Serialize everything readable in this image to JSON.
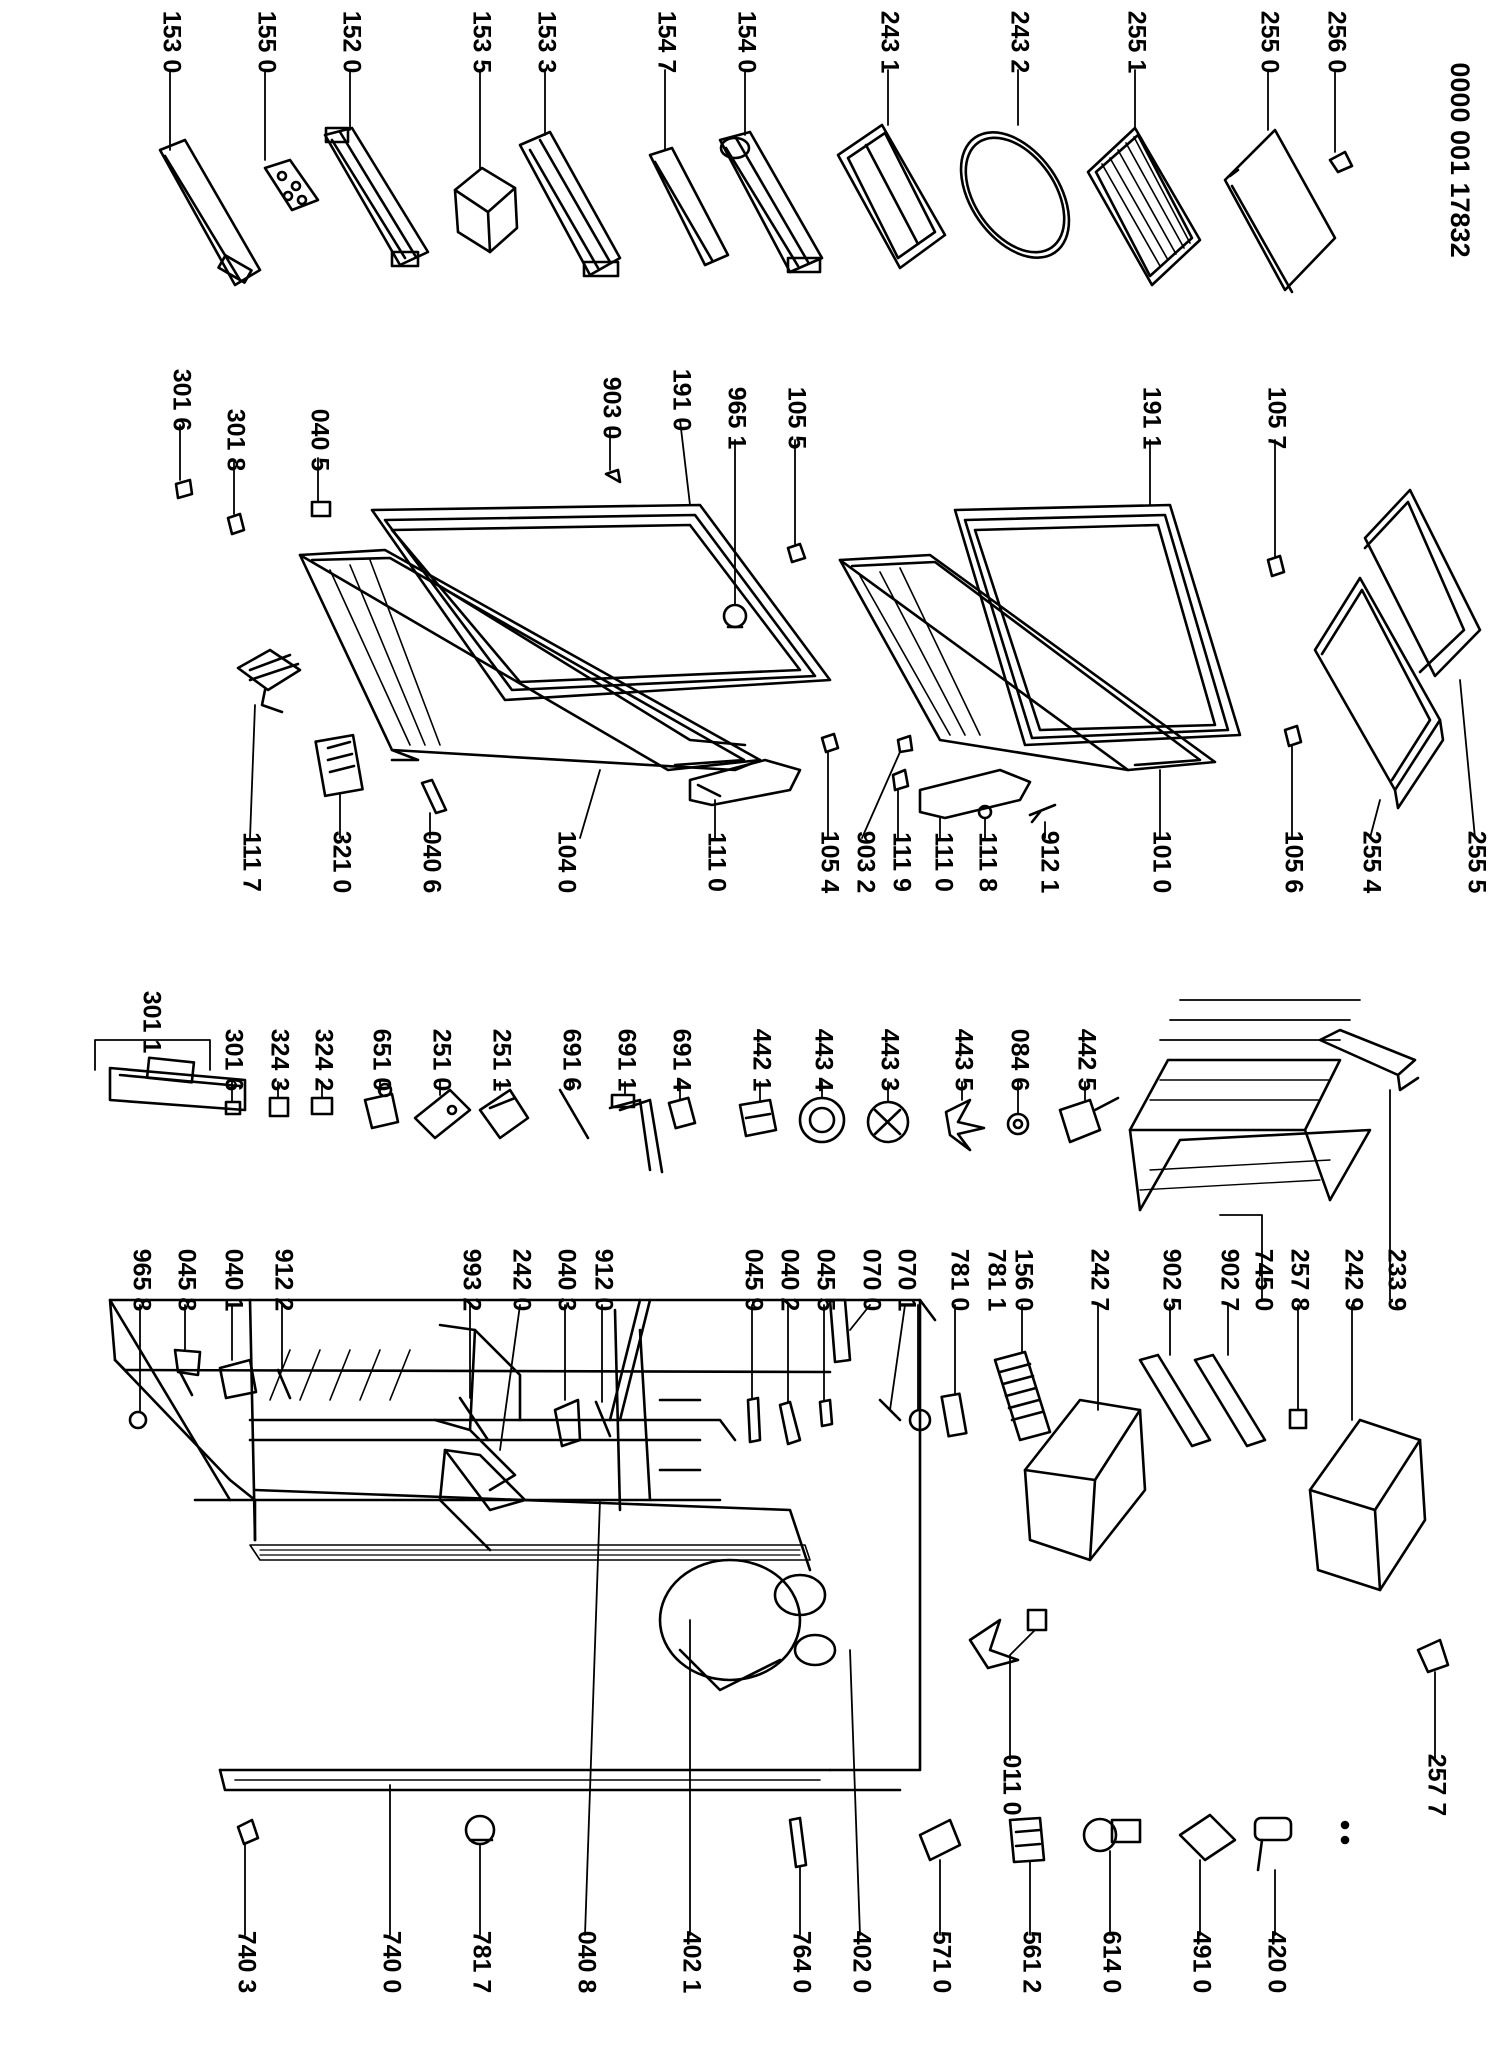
{
  "document_number": "0000 001 17832",
  "parts": [
    {
      "id": "p1530",
      "label": "153 0"
    },
    {
      "id": "p1550",
      "label": "155 0"
    },
    {
      "id": "p1520",
      "label": "152 0"
    },
    {
      "id": "p1535",
      "label": "153 5"
    },
    {
      "id": "p1533",
      "label": "153 3"
    },
    {
      "id": "p1547",
      "label": "154 7"
    },
    {
      "id": "p1540",
      "label": "154 0"
    },
    {
      "id": "p2431",
      "label": "243 1"
    },
    {
      "id": "p2432",
      "label": "243 2"
    },
    {
      "id": "p2551",
      "label": "255 1"
    },
    {
      "id": "p2550",
      "label": "255 0"
    },
    {
      "id": "p2560",
      "label": "256 0"
    },
    {
      "id": "p3016a",
      "label": "301 6"
    },
    {
      "id": "p3018",
      "label": "301 8"
    },
    {
      "id": "p0405",
      "label": "040 5"
    },
    {
      "id": "p9030",
      "label": "903 0"
    },
    {
      "id": "p1910",
      "label": "191 0"
    },
    {
      "id": "p9651",
      "label": "965 1"
    },
    {
      "id": "p1055",
      "label": "105 5"
    },
    {
      "id": "p1911",
      "label": "191 1"
    },
    {
      "id": "p1057",
      "label": "105 7"
    },
    {
      "id": "p1117",
      "label": "111 7"
    },
    {
      "id": "p3210",
      "label": "321 0"
    },
    {
      "id": "p0406",
      "label": "040 6"
    },
    {
      "id": "p1040",
      "label": "104 0"
    },
    {
      "id": "p1110a",
      "label": "111 0"
    },
    {
      "id": "p1054",
      "label": "105 4"
    },
    {
      "id": "p9032",
      "label": "903 2"
    },
    {
      "id": "p1119",
      "label": "111 9"
    },
    {
      "id": "p1110b",
      "label": "111 0"
    },
    {
      "id": "p1118",
      "label": "111 8"
    },
    {
      "id": "p9121",
      "label": "912 1"
    },
    {
      "id": "p1010",
      "label": "101 0"
    },
    {
      "id": "p1056",
      "label": "105 6"
    },
    {
      "id": "p2554",
      "label": "255 4"
    },
    {
      "id": "p2555",
      "label": "255 5"
    },
    {
      "id": "p3011",
      "label": "301 1"
    },
    {
      "id": "p3016b",
      "label": "301 6"
    },
    {
      "id": "p3243",
      "label": "324 3"
    },
    {
      "id": "p3242",
      "label": "324 2"
    },
    {
      "id": "p6510",
      "label": "651 0"
    },
    {
      "id": "p2510",
      "label": "251 0"
    },
    {
      "id": "p2511",
      "label": "251 1"
    },
    {
      "id": "p6916",
      "label": "691 6"
    },
    {
      "id": "p6911",
      "label": "691 1"
    },
    {
      "id": "p6914",
      "label": "691 4"
    },
    {
      "id": "p4421",
      "label": "442 1"
    },
    {
      "id": "p4434",
      "label": "443 4"
    },
    {
      "id": "p4433",
      "label": "443 3"
    },
    {
      "id": "p4435",
      "label": "443 5"
    },
    {
      "id": "p0846",
      "label": "084 6"
    },
    {
      "id": "p4425",
      "label": "442 5"
    },
    {
      "id": "p9658",
      "label": "965 8"
    },
    {
      "id": "p0458",
      "label": "045 8"
    },
    {
      "id": "p0401",
      "label": "040 1"
    },
    {
      "id": "p9122",
      "label": "912 2"
    },
    {
      "id": "p9932",
      "label": "993 2"
    },
    {
      "id": "p2420",
      "label": "242 0"
    },
    {
      "id": "p0403",
      "label": "040 3"
    },
    {
      "id": "p9120",
      "label": "912 0"
    },
    {
      "id": "p0459",
      "label": "045 9"
    },
    {
      "id": "p0402",
      "label": "040 2"
    },
    {
      "id": "p0455",
      "label": "045 5"
    },
    {
      "id": "p0700",
      "label": "070 0"
    },
    {
      "id": "p0701",
      "label": "070 1"
    },
    {
      "id": "p7810",
      "label": "781 0"
    },
    {
      "id": "p7811",
      "label": "781 1"
    },
    {
      "id": "p1560",
      "label": "156 0"
    },
    {
      "id": "p2427",
      "label": "242 7"
    },
    {
      "id": "p9025",
      "label": "902 5"
    },
    {
      "id": "p9027",
      "label": "902 7"
    },
    {
      "id": "p7450",
      "label": "745 0"
    },
    {
      "id": "p2578",
      "label": "257 8"
    },
    {
      "id": "p2429",
      "label": "242 9"
    },
    {
      "id": "p2339",
      "label": "233 9"
    },
    {
      "id": "p0110",
      "label": "011 0"
    },
    {
      "id": "p2577",
      "label": "257 7"
    },
    {
      "id": "p7403",
      "label": "740 3"
    },
    {
      "id": "p7400",
      "label": "740 0"
    },
    {
      "id": "p7817",
      "label": "781 7"
    },
    {
      "id": "p0408",
      "label": "040 8"
    },
    {
      "id": "p4021",
      "label": "402 1"
    },
    {
      "id": "p7640",
      "label": "764 0"
    },
    {
      "id": "p4020",
      "label": "402 0"
    },
    {
      "id": "p5710",
      "label": "571 0"
    },
    {
      "id": "p5612",
      "label": "561 2"
    },
    {
      "id": "p6140",
      "label": "614 0"
    },
    {
      "id": "p4910",
      "label": "491 0"
    },
    {
      "id": "p4200",
      "label": "420 0"
    }
  ]
}
